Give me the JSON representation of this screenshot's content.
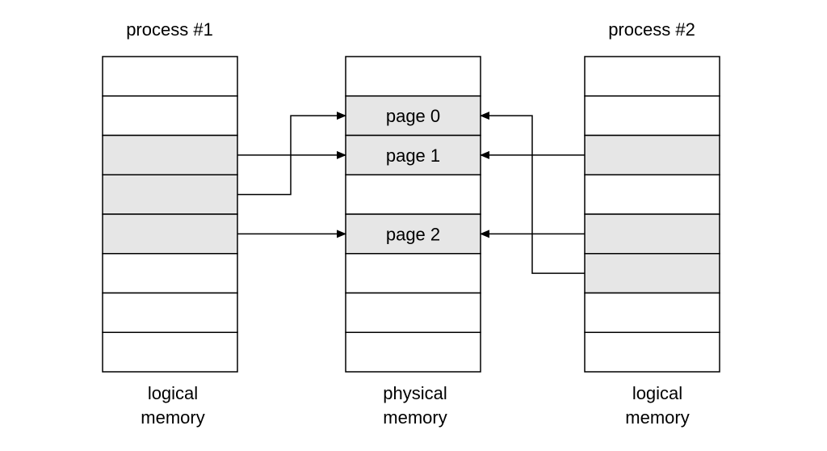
{
  "colors": {
    "highlight": "#e6e6e6",
    "plain": "#ffffff",
    "stroke": "#000000"
  },
  "process1": {
    "title": "process #1",
    "caption_line1": "logical",
    "caption_line2": "memory",
    "cells": [
      {
        "highlighted": false
      },
      {
        "highlighted": false
      },
      {
        "highlighted": true
      },
      {
        "highlighted": true
      },
      {
        "highlighted": true
      },
      {
        "highlighted": false
      },
      {
        "highlighted": false
      },
      {
        "highlighted": false
      }
    ]
  },
  "physical": {
    "caption_line1": "physical",
    "caption_line2": "memory",
    "cells": [
      {
        "label": "",
        "highlighted": false
      },
      {
        "label": "page 0",
        "highlighted": true
      },
      {
        "label": "page 1",
        "highlighted": true
      },
      {
        "label": "",
        "highlighted": false
      },
      {
        "label": "page 2",
        "highlighted": true
      },
      {
        "label": "",
        "highlighted": false
      },
      {
        "label": "",
        "highlighted": false
      },
      {
        "label": "",
        "highlighted": false
      }
    ]
  },
  "process2": {
    "title": "process #2",
    "caption_line1": "logical",
    "caption_line2": "memory",
    "cells": [
      {
        "highlighted": false
      },
      {
        "highlighted": false
      },
      {
        "highlighted": true
      },
      {
        "highlighted": false
      },
      {
        "highlighted": true
      },
      {
        "highlighted": true
      },
      {
        "highlighted": false
      },
      {
        "highlighted": false
      }
    ]
  },
  "mappings": [
    {
      "from": "process1",
      "from_row": 2,
      "to_row": 2
    },
    {
      "from": "process1",
      "from_row": 3,
      "to_row": 1
    },
    {
      "from": "process1",
      "from_row": 4,
      "to_row": 4
    },
    {
      "from": "process2",
      "from_row": 2,
      "to_row": 2
    },
    {
      "from": "process2",
      "from_row": 4,
      "to_row": 4
    },
    {
      "from": "process2",
      "from_row": 5,
      "to_row": 1
    }
  ]
}
